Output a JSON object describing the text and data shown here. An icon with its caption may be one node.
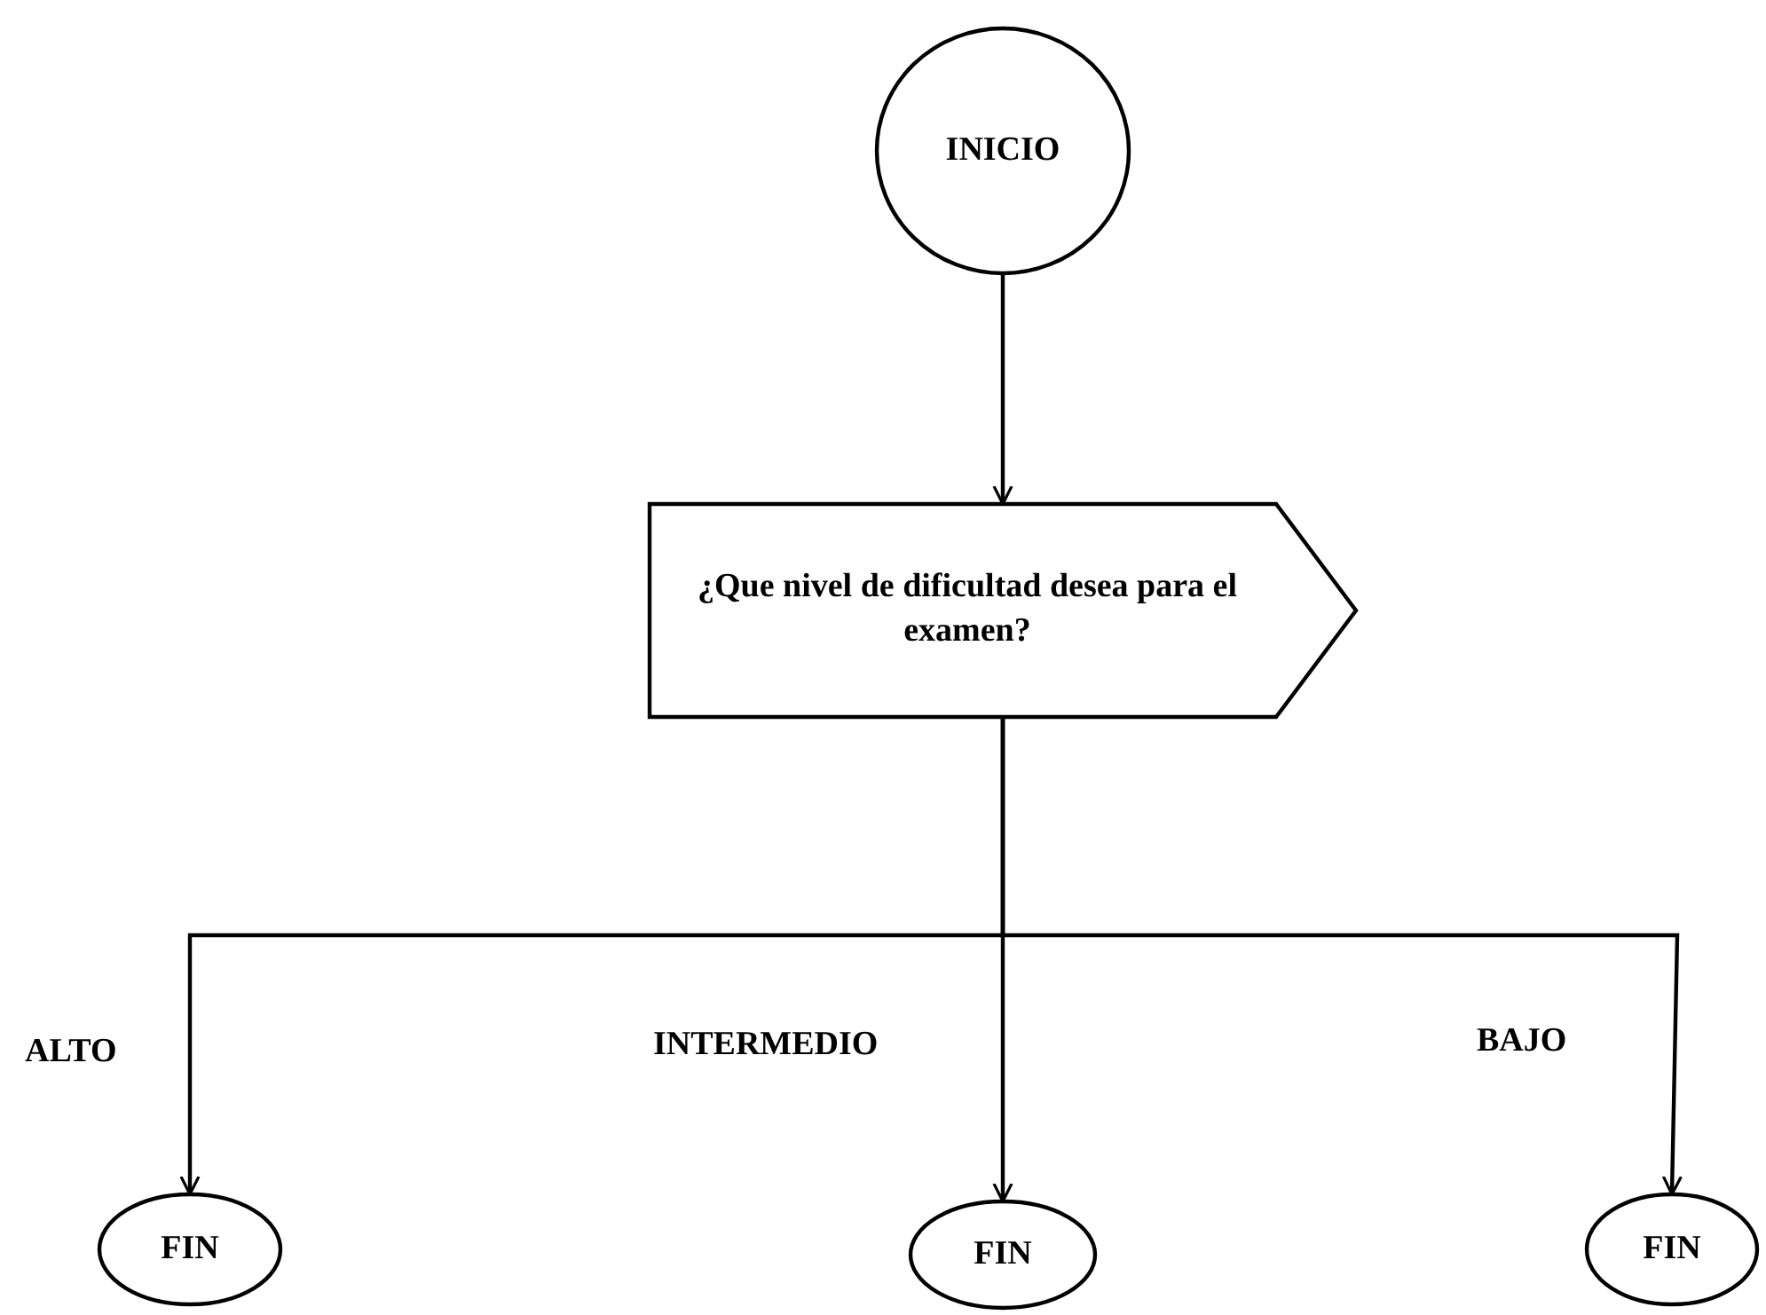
{
  "diagram": {
    "nodes": [
      {
        "text": [
          "INICIO"
        ]
      },
      {
        "text": [
          "¿Que nivel de dificultad desea para el examen?"
        ]
      },
      {
        "text": [
          "FIN"
        ]
      },
      {
        "text": [
          "FIN"
        ]
      },
      {
        "text": [
          "FIN"
        ]
      }
    ],
    "edges": [
      {
        "from": 0,
        "to": 1,
        "arrow": "to"
      },
      {
        "from": 1,
        "to": 2,
        "arrow": "to",
        "label": "ALTO"
      },
      {
        "from": 1,
        "to": 3,
        "arrow": "to",
        "label": "INTERMEDIO"
      },
      {
        "from": 1,
        "to": 4,
        "arrow": "to",
        "label": "BAJO"
      }
    ]
  }
}
